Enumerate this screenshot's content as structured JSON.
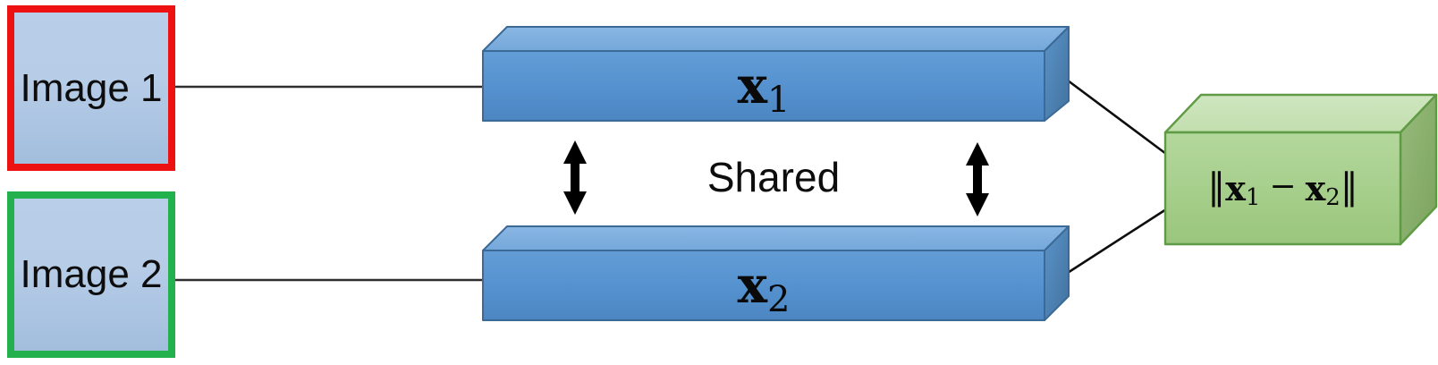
{
  "inputs": [
    {
      "label": "Image 1",
      "border_color": "#ee1111"
    },
    {
      "label": "Image 2",
      "border_color": "#22b14c"
    }
  ],
  "vectors": [
    {
      "base": "x",
      "sub": "1"
    },
    {
      "base": "x",
      "sub": "2"
    }
  ],
  "shared_label": "Shared",
  "output": {
    "open_norm": "‖",
    "x1_base": "x",
    "x1_sub": "1",
    "operator": "−",
    "x2_base": "x",
    "x2_sub": "2",
    "close_norm": "‖"
  },
  "colors": {
    "input_fill": "#b6cce7",
    "input_border_red": "#ee1111",
    "input_border_green": "#22b14c",
    "vector_front": "#5592cf",
    "vector_top": "#7fb0de",
    "vector_side": "#4c84bb",
    "vector_outline": "#3c6a96",
    "output_front": "#a9d18e",
    "output_top": "#c9e2b8",
    "output_side": "#8bb06e",
    "output_outline": "#5f9a44",
    "connector_line": "#2f2f2f",
    "arrow": "#000000"
  }
}
